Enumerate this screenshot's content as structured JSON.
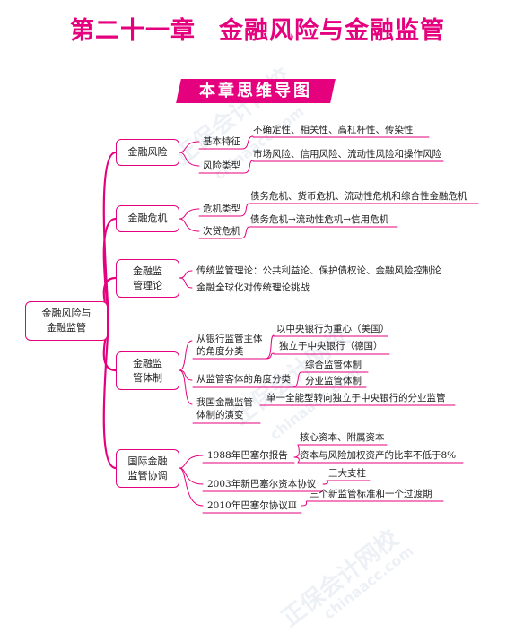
{
  "title": {
    "chapter": "第二十一章",
    "topic": "金融风险与金融监管"
  },
  "subtitle": "本章思维导图",
  "colors": {
    "accent": "#e5007e",
    "line": "#e5007e",
    "watermark": "#dfe6ef"
  },
  "watermark": {
    "brand": "正保会计网校",
    "url": "chinaacc.com"
  },
  "mindmap": {
    "root": "金融风险与\n金融监管",
    "branches": [
      {
        "label": "金融风险",
        "items": [
          {
            "label": "基本特征",
            "leaves": [
              "不确定性、相关性、高杠杆性、传染性"
            ]
          },
          {
            "label": "风险类型",
            "leaves": [
              "市场风险、信用风险、流动性风险和操作风险"
            ]
          }
        ]
      },
      {
        "label": "金融危机",
        "items": [
          {
            "label": "危机类型",
            "leaves": [
              "债务危机、货币危机、流动性危机和综合性金融危机"
            ]
          },
          {
            "label": "次贷危机",
            "leaves": [
              "债务危机→流动性危机→信用危机"
            ]
          }
        ]
      },
      {
        "label": "金融监\n管理论",
        "items": [
          {
            "label": "传统监管理论：公共利益论、保护债权论、金融风险控制论"
          },
          {
            "label": "金融全球化对传统理论挑战"
          }
        ]
      },
      {
        "label": "金融监\n管体制",
        "items": [
          {
            "label": "从银行监管主体\n的角度分类",
            "leaves": [
              "以中央银行为重心（美国）",
              "独立于中央银行（德国）"
            ]
          },
          {
            "label": "从监管客体的角度分类",
            "leaves": [
              "综合监管体制",
              "分业监管体制"
            ]
          },
          {
            "label": "我国金融监管\n体制的演变",
            "leaves": [
              "单一全能型转向独立于中央银行的分业监管"
            ]
          }
        ]
      },
      {
        "label": "国际金融\n监管协调",
        "items": [
          {
            "label": "1988年巴塞尔报告",
            "leaves": [
              "核心资本、附属资本",
              "资本与风险加权资产的比率不低于8%"
            ]
          },
          {
            "label": "2003年新巴塞尔资本协议",
            "leaves": [
              "三大支柱"
            ]
          },
          {
            "label": "2010年巴塞尔协议Ⅲ",
            "leaves": [
              "三个新监管标准和一个过渡期"
            ]
          }
        ]
      }
    ]
  }
}
